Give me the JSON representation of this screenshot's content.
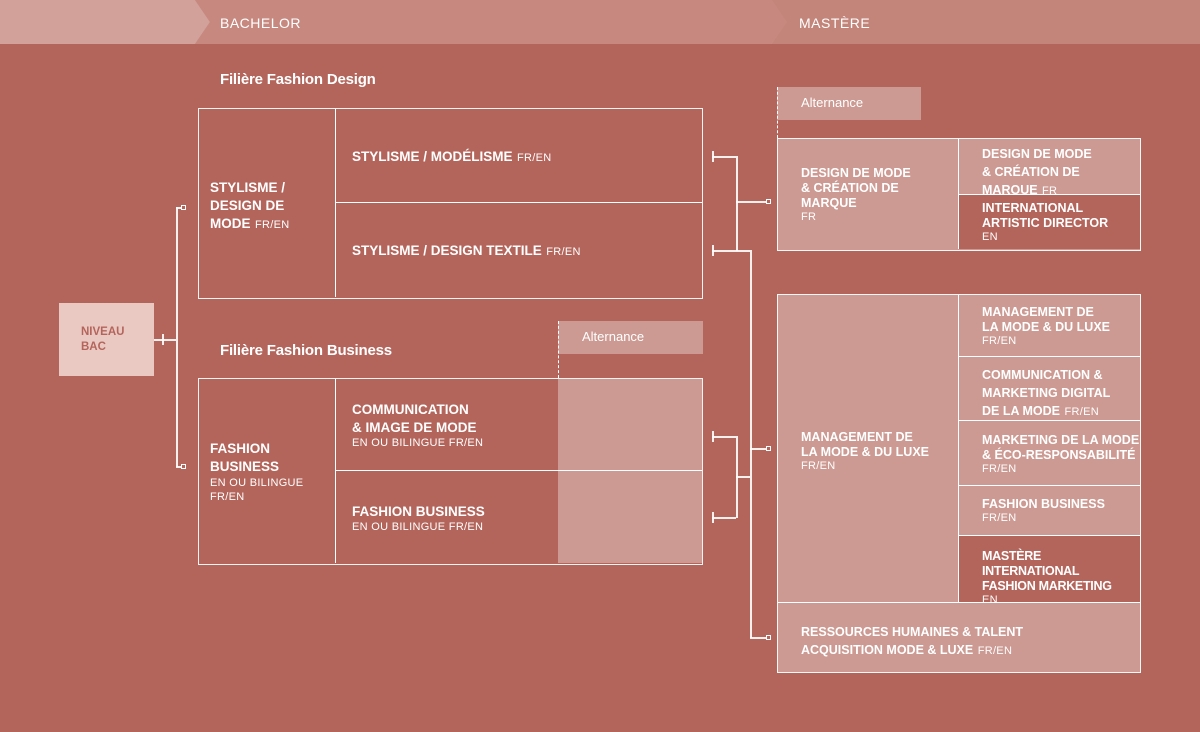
{
  "header": {
    "bachelor": "BACHELOR",
    "mastere": "MASTÈRE"
  },
  "niveau_bac": "NIVEAU\nBAC",
  "fashion_design": {
    "title": "Filière Fashion Design",
    "main": "STYLISME /\nDESIGN DE\nMODE",
    "main_lang": "FR/EN",
    "row1": "STYLISME / MODÉLISME",
    "row1_lang": "FR/EN",
    "row2": "STYLISME / DESIGN TEXTILE",
    "row2_lang": "FR/EN"
  },
  "fashion_business": {
    "title": "Filière Fashion Business",
    "alternance": "Alternance",
    "main": "FASHION\nBUSINESS",
    "main_sub": "EN OU BILINGUE\nFR/EN",
    "row1": "COMMUNICATION\n& IMAGE DE MODE",
    "row1_sub": "EN OU BILINGUE FR/EN",
    "row2": "FASHION BUSINESS",
    "row2_sub": "EN OU BILINGUE FR/EN"
  },
  "mastere_design": {
    "alternance": "Alternance",
    "main": "DESIGN DE MODE\n& CRÉATION DE\nMARQUE",
    "main_lang": "FR",
    "sub1": "DESIGN DE MODE\n& CRÉATION DE\nMARQUE",
    "sub1_lang": "FR",
    "sub2": "INTERNATIONAL\nARTISTIC DIRECTOR",
    "sub2_lang": "EN"
  },
  "mastere_management": {
    "main": "MANAGEMENT DE\nLA MODE & DU LUXE",
    "main_lang": "FR/EN",
    "items": [
      {
        "label": "MANAGEMENT DE\nLA MODE & DU LUXE",
        "lang": "FR/EN"
      },
      {
        "label": "COMMUNICATION  &\nMARKETING DIGITAL\nDE LA MODE",
        "lang": "FR/EN"
      },
      {
        "label": "MARKETING DE LA MODE\n& ÉCO-RESPONSABILITÉ",
        "lang": "FR/EN"
      },
      {
        "label": "FASHION BUSINESS",
        "lang": "FR/EN"
      },
      {
        "label": "MASTÈRE INTERNATIONAL\nFASHION MARKETING",
        "lang": "EN"
      }
    ],
    "rh": "RESSOURCES HUMAINES & TALENT\nACQUISITION MODE & LUXE",
    "rh_lang": "FR/EN"
  },
  "colors": {
    "background": "#b4655b",
    "header_band": "#c3847a",
    "light_fill": "#cc9a92",
    "line": "#ffffff"
  }
}
